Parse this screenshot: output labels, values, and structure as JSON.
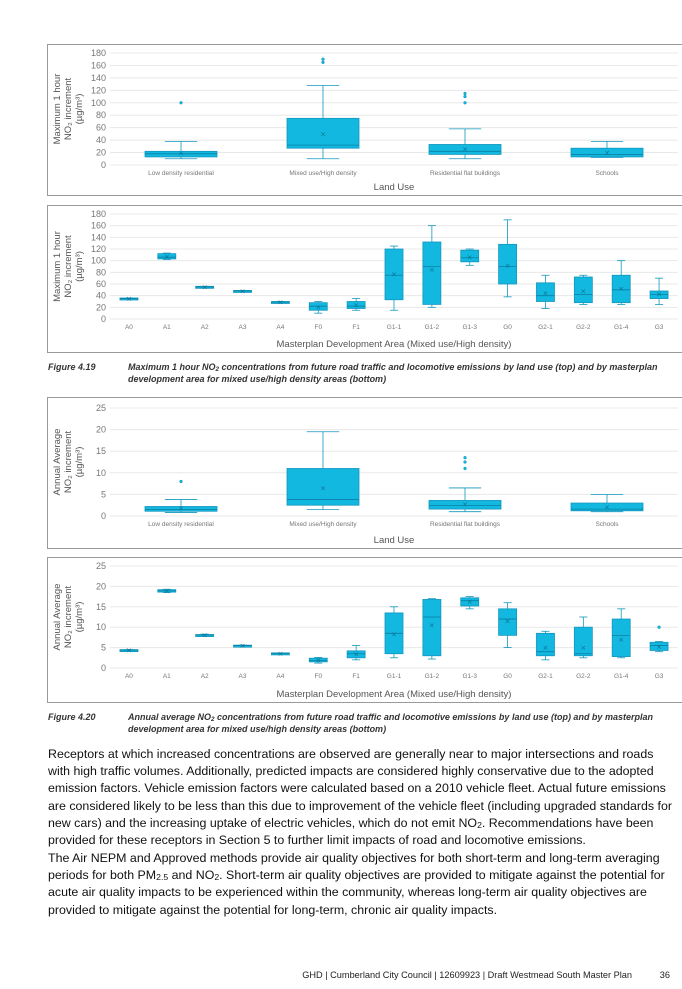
{
  "colors": {
    "box_fill": "#12B8E0",
    "box_edge": "#1397BE",
    "axis_text": "#777777",
    "label_text": "#555555",
    "grid": "#e8e8e8"
  },
  "figure_4_19": {
    "number": "Figure 4.19",
    "caption_pre": "Maximum 1 hour NO",
    "caption_sub": "2",
    "caption_post": " concentrations from future road traffic and locomotive emissions by land use (top) and by masterplan development area for mixed use/high density areas (bottom)"
  },
  "figure_4_20": {
    "number": "Figure 4.20",
    "caption_pre": "Annual average NO",
    "caption_sub": "2",
    "caption_post": " concentrations from future road traffic and locomotive emissions by land use (top) and by masterplan development area for mixed use/high density areas (bottom)"
  },
  "chart_data": [
    {
      "type": "box",
      "ylabel": "Maximum 1 hour NO2 increment (µg/m3)",
      "ylabel_lines": [
        "Maximum 1 hour",
        "NO₂ increment",
        "(µg/m³)"
      ],
      "xlabel": "Land Use",
      "ylim": [
        0,
        180
      ],
      "yticks": [
        0,
        20,
        40,
        60,
        80,
        100,
        120,
        140,
        160,
        180
      ],
      "grid": true,
      "categories": [
        "Low density residential",
        "Mixed use/High density",
        "Residential flat buildings",
        "Schools"
      ],
      "boxes": [
        {
          "min": 10,
          "q1": 13,
          "median": 18,
          "q3": 22,
          "max": 38,
          "mean": 19,
          "outliers": [
            100
          ]
        },
        {
          "min": 10,
          "q1": 27,
          "median": 32,
          "q3": 75,
          "max": 128,
          "mean": 50,
          "outliers": [
            165,
            170
          ]
        },
        {
          "min": 10,
          "q1": 17,
          "median": 22,
          "q3": 33,
          "max": 58,
          "mean": 26,
          "outliers": [
            100,
            110,
            115
          ]
        },
        {
          "min": 12,
          "q1": 13,
          "median": 17,
          "q3": 27,
          "max": 38,
          "mean": 20,
          "outliers": []
        }
      ]
    },
    {
      "type": "box",
      "ylabel": "Maximum 1 hour NO2 increment (µg/m3)",
      "ylabel_lines": [
        "Maximum 1 hour",
        "NO₂ increment",
        "(µg/m³)"
      ],
      "xlabel": "Masterplan Development Area (Mixed use/High density)",
      "ylim": [
        0,
        180
      ],
      "yticks": [
        0,
        20,
        40,
        60,
        80,
        100,
        120,
        140,
        160,
        180
      ],
      "grid": true,
      "categories": [
        "A0",
        "A1",
        "A2",
        "A3",
        "A4",
        "F0",
        "F1",
        "G1-1",
        "G1-2",
        "G1-3",
        "G0",
        "G2-1",
        "G2-2",
        "G1-4",
        "G3"
      ],
      "boxes": [
        {
          "min": 34,
          "q1": 34,
          "median": 35,
          "q3": 36,
          "max": 36,
          "mean": 35,
          "outliers": []
        },
        {
          "min": 102,
          "q1": 103,
          "median": 106,
          "q3": 112,
          "max": 113,
          "mean": 107,
          "outliers": []
        },
        {
          "min": 54,
          "q1": 54,
          "median": 55,
          "q3": 56,
          "max": 56,
          "mean": 55,
          "outliers": []
        },
        {
          "min": 47,
          "q1": 47,
          "median": 48,
          "q3": 49,
          "max": 49,
          "mean": 48,
          "outliers": []
        },
        {
          "min": 28,
          "q1": 28,
          "median": 29,
          "q3": 30,
          "max": 30,
          "mean": 29,
          "outliers": []
        },
        {
          "min": 10,
          "q1": 15,
          "median": 22,
          "q3": 28,
          "max": 30,
          "mean": 21,
          "outliers": []
        },
        {
          "min": 15,
          "q1": 18,
          "median": 22,
          "q3": 30,
          "max": 35,
          "mean": 24,
          "outliers": []
        },
        {
          "min": 15,
          "q1": 33,
          "median": 75,
          "q3": 120,
          "max": 125,
          "mean": 77,
          "outliers": []
        },
        {
          "min": 20,
          "q1": 25,
          "median": 90,
          "q3": 132,
          "max": 160,
          "mean": 85,
          "outliers": []
        },
        {
          "min": 92,
          "q1": 98,
          "median": 105,
          "q3": 118,
          "max": 120,
          "mean": 106,
          "outliers": []
        },
        {
          "min": 38,
          "q1": 60,
          "median": 90,
          "q3": 128,
          "max": 170,
          "mean": 92,
          "outliers": []
        },
        {
          "min": 18,
          "q1": 30,
          "median": 40,
          "q3": 62,
          "max": 75,
          "mean": 45,
          "outliers": []
        },
        {
          "min": 25,
          "q1": 28,
          "median": 42,
          "q3": 72,
          "max": 75,
          "mean": 48,
          "outliers": []
        },
        {
          "min": 25,
          "q1": 28,
          "median": 50,
          "q3": 75,
          "max": 100,
          "mean": 52,
          "outliers": []
        },
        {
          "min": 25,
          "q1": 35,
          "median": 42,
          "q3": 48,
          "max": 70,
          "mean": 43,
          "outliers": []
        }
      ]
    },
    {
      "type": "box",
      "ylabel": "Annual Average NO2 increment (µg/m3)",
      "ylabel_lines": [
        "Annual Average",
        "NO₂ increment",
        "(µg/m³)"
      ],
      "xlabel": "Land Use",
      "ylim": [
        0,
        25
      ],
      "yticks": [
        0,
        5,
        10,
        15,
        20,
        25
      ],
      "grid": true,
      "categories": [
        "Low density residential",
        "Mixed use/High density",
        "Residential flat buildings",
        "Schools"
      ],
      "boxes": [
        {
          "min": 0.8,
          "q1": 1.1,
          "median": 1.5,
          "q3": 2.2,
          "max": 3.8,
          "mean": 1.9,
          "outliers": [
            8
          ]
        },
        {
          "min": 1.5,
          "q1": 2.5,
          "median": 3.8,
          "q3": 11,
          "max": 19.5,
          "mean": 6.5,
          "outliers": []
        },
        {
          "min": 1,
          "q1": 1.6,
          "median": 2.4,
          "q3": 3.6,
          "max": 6.5,
          "mean": 2.8,
          "outliers": [
            11,
            12.5,
            13.5
          ]
        },
        {
          "min": 1,
          "q1": 1.2,
          "median": 1.6,
          "q3": 3,
          "max": 5,
          "mean": 2.1,
          "outliers": []
        }
      ]
    },
    {
      "type": "box",
      "ylabel": "Annual Average NO2 increment (µg/m3)",
      "ylabel_lines": [
        "Annual Average",
        "NO₂ increment",
        "(µg/m³)"
      ],
      "xlabel": "Masterplan Development Area (Mixed use/High density)",
      "ylim": [
        0,
        25
      ],
      "yticks": [
        0,
        5,
        10,
        15,
        20,
        25
      ],
      "grid": true,
      "categories": [
        "A0",
        "A1",
        "A2",
        "A3",
        "A4",
        "F0",
        "F1",
        "G1-1",
        "G1-2",
        "G1-3",
        "G0",
        "G2-1",
        "G2-2",
        "G1-4",
        "G3"
      ],
      "boxes": [
        {
          "min": 4.2,
          "q1": 4.3,
          "median": 4.4,
          "q3": 4.5,
          "max": 4.5,
          "mean": 4.4,
          "outliers": []
        },
        {
          "min": 18.5,
          "q1": 18.6,
          "median": 18.9,
          "q3": 19.2,
          "max": 19.3,
          "mean": 18.9,
          "outliers": []
        },
        {
          "min": 7.9,
          "q1": 8,
          "median": 8.1,
          "q3": 8.2,
          "max": 8.3,
          "mean": 8.1,
          "outliers": []
        },
        {
          "min": 5.3,
          "q1": 5.4,
          "median": 5.5,
          "q3": 5.6,
          "max": 5.6,
          "mean": 5.5,
          "outliers": []
        },
        {
          "min": 3.4,
          "q1": 3.5,
          "median": 3.6,
          "q3": 3.7,
          "max": 3.7,
          "mean": 3.6,
          "outliers": []
        },
        {
          "min": 1.2,
          "q1": 1.5,
          "median": 1.8,
          "q3": 2.4,
          "max": 2.6,
          "mean": 1.9,
          "outliers": []
        },
        {
          "min": 2,
          "q1": 2.5,
          "median": 3.5,
          "q3": 4.2,
          "max": 5.5,
          "mean": 3.4,
          "outliers": []
        },
        {
          "min": 2.5,
          "q1": 3.5,
          "median": 8.5,
          "q3": 13.5,
          "max": 15,
          "mean": 8.3,
          "outliers": []
        },
        {
          "min": 2.2,
          "q1": 3,
          "median": 12.5,
          "q3": 16.8,
          "max": 17,
          "mean": 10.5,
          "outliers": []
        },
        {
          "min": 14.5,
          "q1": 15.2,
          "median": 16.5,
          "q3": 17.2,
          "max": 17.5,
          "mean": 16.3,
          "outliers": []
        },
        {
          "min": 5,
          "q1": 8,
          "median": 12,
          "q3": 14.5,
          "max": 16,
          "mean": 11.5,
          "outliers": []
        },
        {
          "min": 2,
          "q1": 3,
          "median": 4,
          "q3": 8.5,
          "max": 9,
          "mean": 5,
          "outliers": []
        },
        {
          "min": 2.5,
          "q1": 3,
          "median": 3.5,
          "q3": 10,
          "max": 12.5,
          "mean": 5,
          "outliers": []
        },
        {
          "min": 2.5,
          "q1": 2.8,
          "median": 8,
          "q3": 12,
          "max": 14.5,
          "mean": 7,
          "outliers": []
        },
        {
          "min": 4,
          "q1": 4.3,
          "median": 5.5,
          "q3": 6.3,
          "max": 6.5,
          "mean": 5.3,
          "outliers": [
            10
          ]
        }
      ]
    }
  ],
  "body": {
    "para1": "Receptors at which increased concentrations are observed are generally near to major intersections and roads with high traffic volumes. Additionally, predicted impacts are considered highly conservative due to the adopted emission factors. Vehicle emission factors were calculated based on a 2010 vehicle fleet. Actual future emissions are considered likely to be less than this due to improvement of the vehicle fleet (including upgraded standards for new cars) and the increasing uptake of electric vehicles, which do not emit NO",
    "para1_sub": "2",
    "para1_end": ". Recommendations have been provided for these receptors in Section 5 to further limit impacts of road and locomotive emissions.",
    "para2_a": "The Air NEPM and Approved methods provide air quality objectives for both short-term and long-term averaging periods for both PM",
    "para2_sub1": "2.5",
    "para2_b": " and NO",
    "para2_sub2": "2",
    "para2_c": ". Short-term air quality objectives are provided to mitigate against the potential for acute air quality impacts to be experienced within the community, whereas long-term air quality objectives are provided to mitigate against the potential for long-term, chronic air quality impacts."
  },
  "footer": {
    "text": "GHD | Cumberland City Council | 12609923 | Draft Westmead South Master Plan",
    "page": "36"
  }
}
